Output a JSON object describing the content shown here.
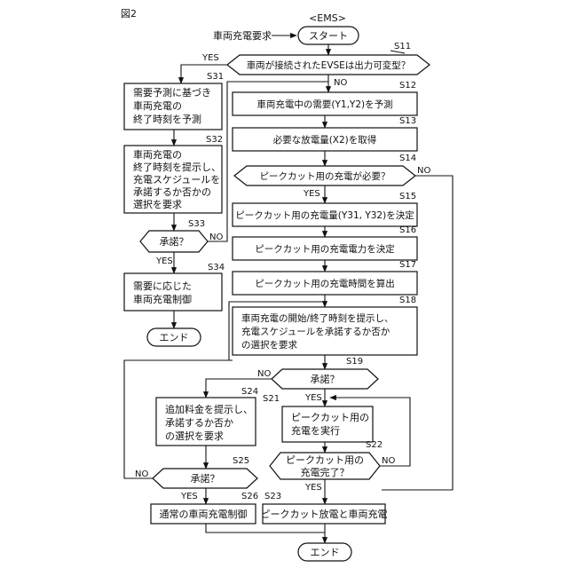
{
  "figure_label": "図2",
  "ems": "<EMS>",
  "request": "車両充電要求",
  "start": "スタート",
  "end": "エンド",
  "yes": "YES",
  "no": "NO",
  "steps": {
    "S11": {
      "num": "S11",
      "text": [
        "車両が接続されたEVSEは出力可変型？"
      ]
    },
    "S12": {
      "num": "S12",
      "text": [
        "車両充電中の需要(Y1,Y2)を予測"
      ]
    },
    "S13": {
      "num": "S13",
      "text": [
        "必要な放電量(X2)を取得"
      ]
    },
    "S14": {
      "num": "S14",
      "text": [
        "ピークカット用の充電が必要？"
      ]
    },
    "S15": {
      "num": "S15",
      "text": [
        "ピークカット用の充電量(Y31, Y32)を決定"
      ]
    },
    "S16": {
      "num": "S16",
      "text": [
        "ピークカット用の充電電力を決定"
      ]
    },
    "S17": {
      "num": "S17",
      "text": [
        "ピークカット用の充電時間を算出"
      ]
    },
    "S18": {
      "num": "S18",
      "text": [
        "車両充電の開始/終了時刻を提示し、",
        "充電スケジュールを承諾するか否か",
        "の選択を要求"
      ]
    },
    "S19": {
      "num": "S19",
      "text": [
        "承諾？"
      ]
    },
    "S21": {
      "num": "S21",
      "text": [
        "ピークカット用の",
        "充電を実行"
      ]
    },
    "S22": {
      "num": "S22",
      "text": [
        "ピークカット用の",
        "充電完了？"
      ]
    },
    "S23": {
      "num": "S23",
      "text": [
        "ピークカット放電と車両充電"
      ]
    },
    "S24": {
      "num": "S24",
      "text": [
        "追加料金を提示し、",
        "承諾するか否か",
        "の選択を要求"
      ]
    },
    "S25": {
      "num": "S25",
      "text": [
        "承諾？"
      ]
    },
    "S26": {
      "num": "S26",
      "text": [
        "通常の車両充電制御"
      ]
    },
    "S31": {
      "num": "S31",
      "text": [
        "需要予測に基づき",
        "車両充電の",
        "終了時刻を予測"
      ]
    },
    "S32": {
      "num": "S32",
      "text": [
        "車両充電の",
        "終了時刻を提示し、",
        "充電スケジュールを",
        "承諾するか否かの",
        "選択を要求"
      ]
    },
    "S33": {
      "num": "S33",
      "text": [
        "承諾？"
      ]
    },
    "S34": {
      "num": "S34",
      "text": [
        "需要に応じた",
        "車両充電制御"
      ]
    }
  }
}
